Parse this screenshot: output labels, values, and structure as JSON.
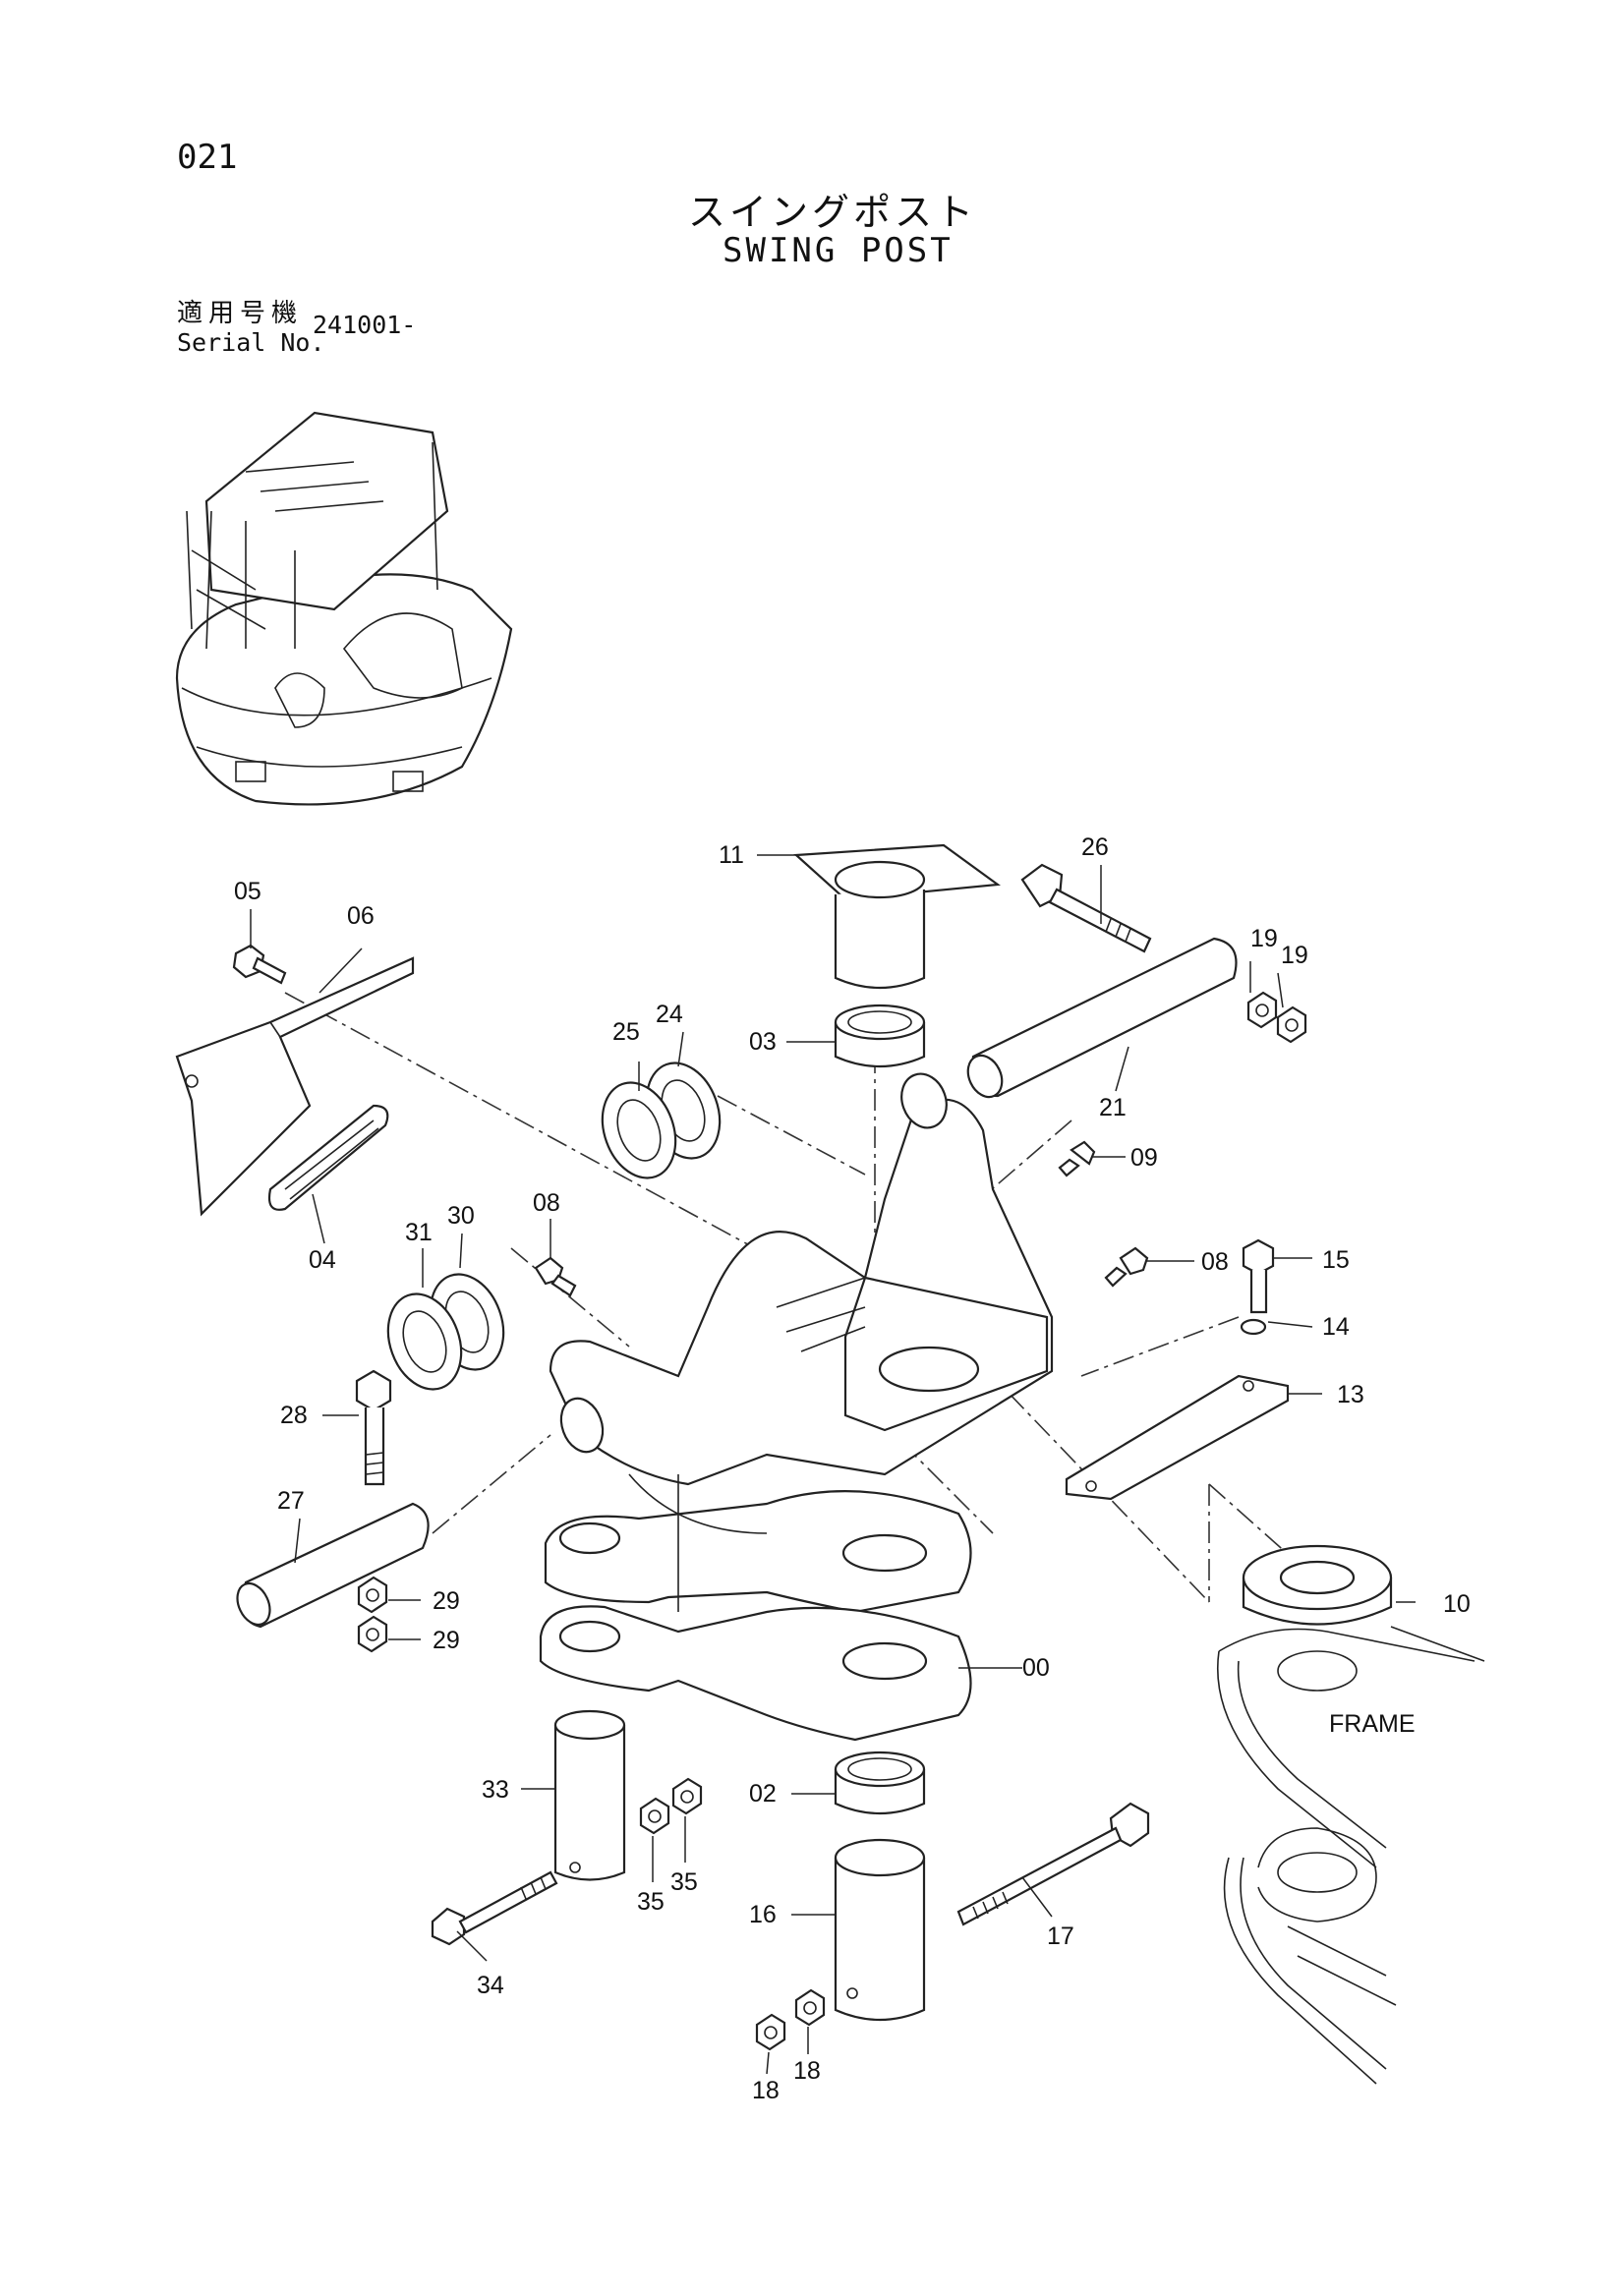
{
  "header": {
    "page_number": "021",
    "title_jp": "スイングポスト",
    "title_en": "SWING POST",
    "serial_label_jp": "適用号機",
    "serial_label_en": "Serial No.",
    "serial_value": "241001-"
  },
  "callouts": {
    "c00": "00",
    "c02": "02",
    "c03": "03",
    "c04": "04",
    "c05": "05",
    "c06": "06",
    "c08a": "08",
    "c08b": "08",
    "c09": "09",
    "c10": "10",
    "c11": "11",
    "c13": "13",
    "c14": "14",
    "c15": "15",
    "c16": "16",
    "c17": "17",
    "c18a": "18",
    "c18b": "18",
    "c19a": "19",
    "c19b": "19",
    "c21": "21",
    "c24": "24",
    "c25": "25",
    "c26": "26",
    "c27": "27",
    "c28": "28",
    "c29a": "29",
    "c29b": "29",
    "c30": "30",
    "c31": "31",
    "c33": "33",
    "c34": "34",
    "c35a": "35",
    "c35b": "35"
  },
  "frame_label": "FRAME"
}
